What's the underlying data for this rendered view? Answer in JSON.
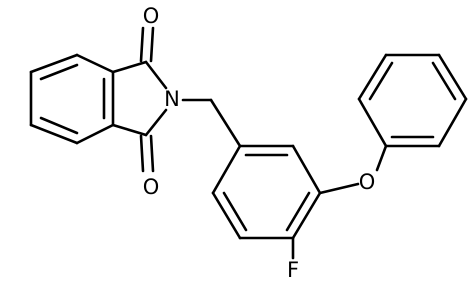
{
  "structure": {
    "atoms": {
      "O_top": "O",
      "O_bottom": "O",
      "N": "N",
      "O_ether": "O",
      "F": "F"
    }
  }
}
